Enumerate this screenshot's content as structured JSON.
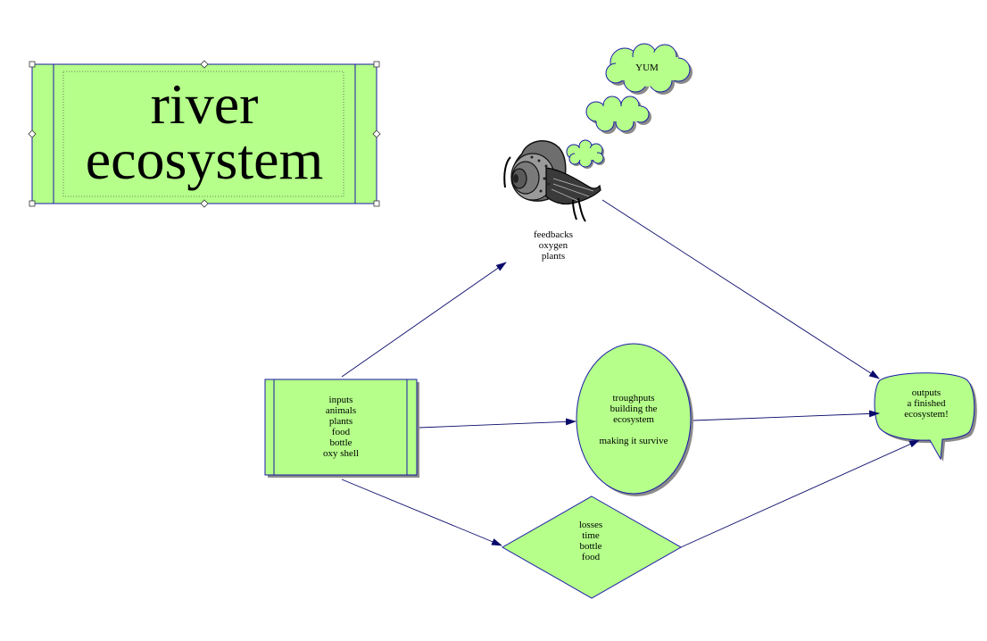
{
  "title": {
    "line1": "river",
    "line2": "ecosystem"
  },
  "nodes": {
    "cloud_label": "YUM",
    "feedbacks": [
      "feedbacks",
      "oxygen",
      "plants"
    ],
    "inputs": [
      "inputs",
      "animals",
      "plants",
      "food",
      "bottle",
      "oxy shell"
    ],
    "throughputs": [
      "troughputs",
      "building the",
      "ecosystem",
      "",
      "making it survive"
    ],
    "losses": [
      "losses",
      "time",
      "bottle",
      "food"
    ],
    "outputs": [
      "outputs",
      "a finished",
      "ecosystem!"
    ]
  },
  "colors": {
    "fill": "#b5ff8a",
    "stroke": "#1a1aa6",
    "shadow": "#9a9a9a",
    "arrow": "#0a0a6b"
  },
  "icons": {
    "snail": "snail-icon"
  }
}
